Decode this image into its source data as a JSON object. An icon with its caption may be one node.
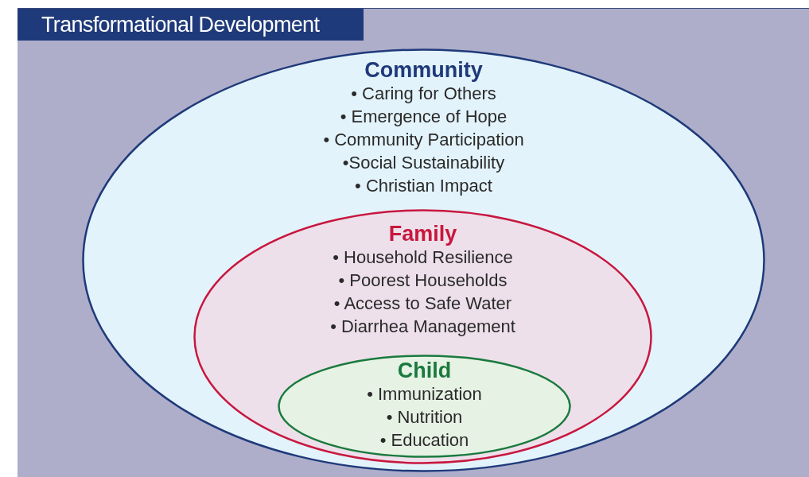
{
  "diagram": {
    "nodes": [
      {
        "text": [
          "Transformational Development"
        ]
      },
      {
        "text": [
          "Community",
          "• Caring for Others",
          "• Emergence of Hope",
          "• Community Participation",
          "•Social Sustainability",
          "• Christian Impact"
        ],
        "in": 0
      },
      {
        "text": [
          "Family",
          "• Household Resilience",
          "• Poorest Households",
          "• Access to Safe Water",
          "• Diarrhea Management"
        ],
        "in": 1
      },
      {
        "text": [
          "Child",
          "• Immunization",
          "• Nutrition",
          "• Education"
        ],
        "in": 2
      }
    ]
  }
}
